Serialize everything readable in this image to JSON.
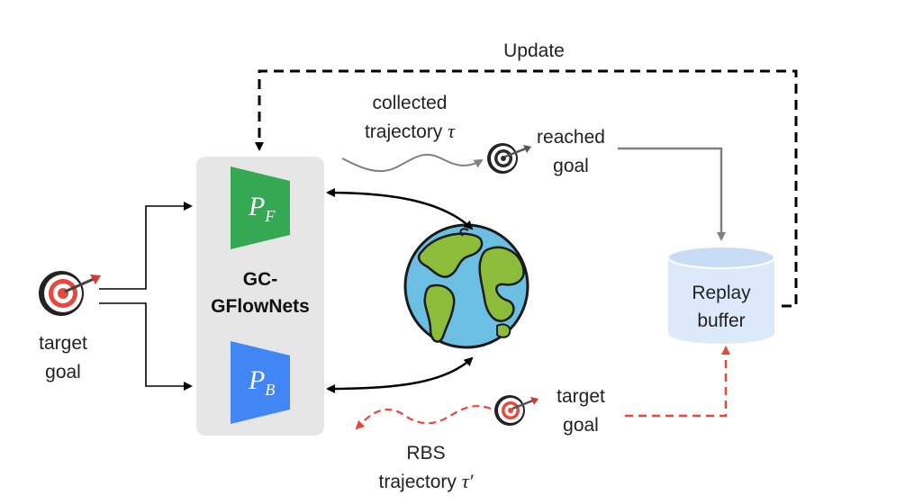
{
  "labels": {
    "update": "Update",
    "collected_line1": "collected",
    "collected_line2": "trajectory ",
    "collected_symbol": "τ",
    "reached_line1": "reached",
    "reached_line2": "goal",
    "gc_line1": "GC-",
    "gc_line2": "GFlowNets",
    "target_left_line1": "target",
    "target_left_line2": "goal",
    "replay_line1": "Replay",
    "replay_line2": "buffer",
    "target_right_line1": "target",
    "target_right_line2": "goal",
    "rbs_line1": "RBS",
    "rbs_line2": "trajectory ",
    "rbs_symbol": "τ′"
  },
  "policies": {
    "forward": {
      "symbol": "P",
      "subscript": "F"
    },
    "backward": {
      "symbol": "P",
      "subscript": "B"
    }
  },
  "icons": {
    "left_target": "target-icon",
    "reached_target": "target-icon",
    "right_target": "target-icon",
    "environment": "globe-icon",
    "replay": "database-cylinder-icon"
  },
  "colors": {
    "forward_policy": "#34a853",
    "backward_policy": "#4285f4",
    "gc_box": "#e6e6e6",
    "replay_buffer": "#dce9fb",
    "rbs_arrow": "#e8483b",
    "collected_arrow": "#808080",
    "update_arrow": "#000000",
    "globe_ocean": "#6bbfe3",
    "globe_land": "#8cbd3a"
  }
}
